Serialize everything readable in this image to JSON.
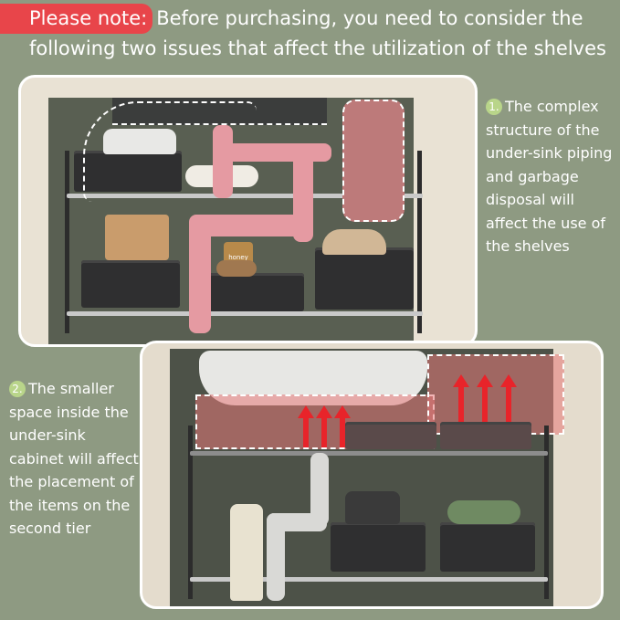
{
  "header": {
    "badge": "Please note:",
    "line1_rest": "Before purchasing, you need to consider the",
    "line2": "following two issues that affect the utilization of the shelves"
  },
  "notes": {
    "first": {
      "number": "1.",
      "text": "The complex structure of the under-sink piping and garbage disposal will affect the use of the shelves"
    },
    "second": {
      "number": "2.",
      "text": "The smaller space inside the under-sink cabinet will affect the placement of the items on the second tier"
    }
  },
  "product_labels": {
    "jar_label": "honey"
  },
  "colors": {
    "background": "#8e9a82",
    "badge": "#e8454a",
    "number_badge": "#b9d58a",
    "pipe_highlight": "#e59aa2",
    "arrow": "#e8242a"
  }
}
